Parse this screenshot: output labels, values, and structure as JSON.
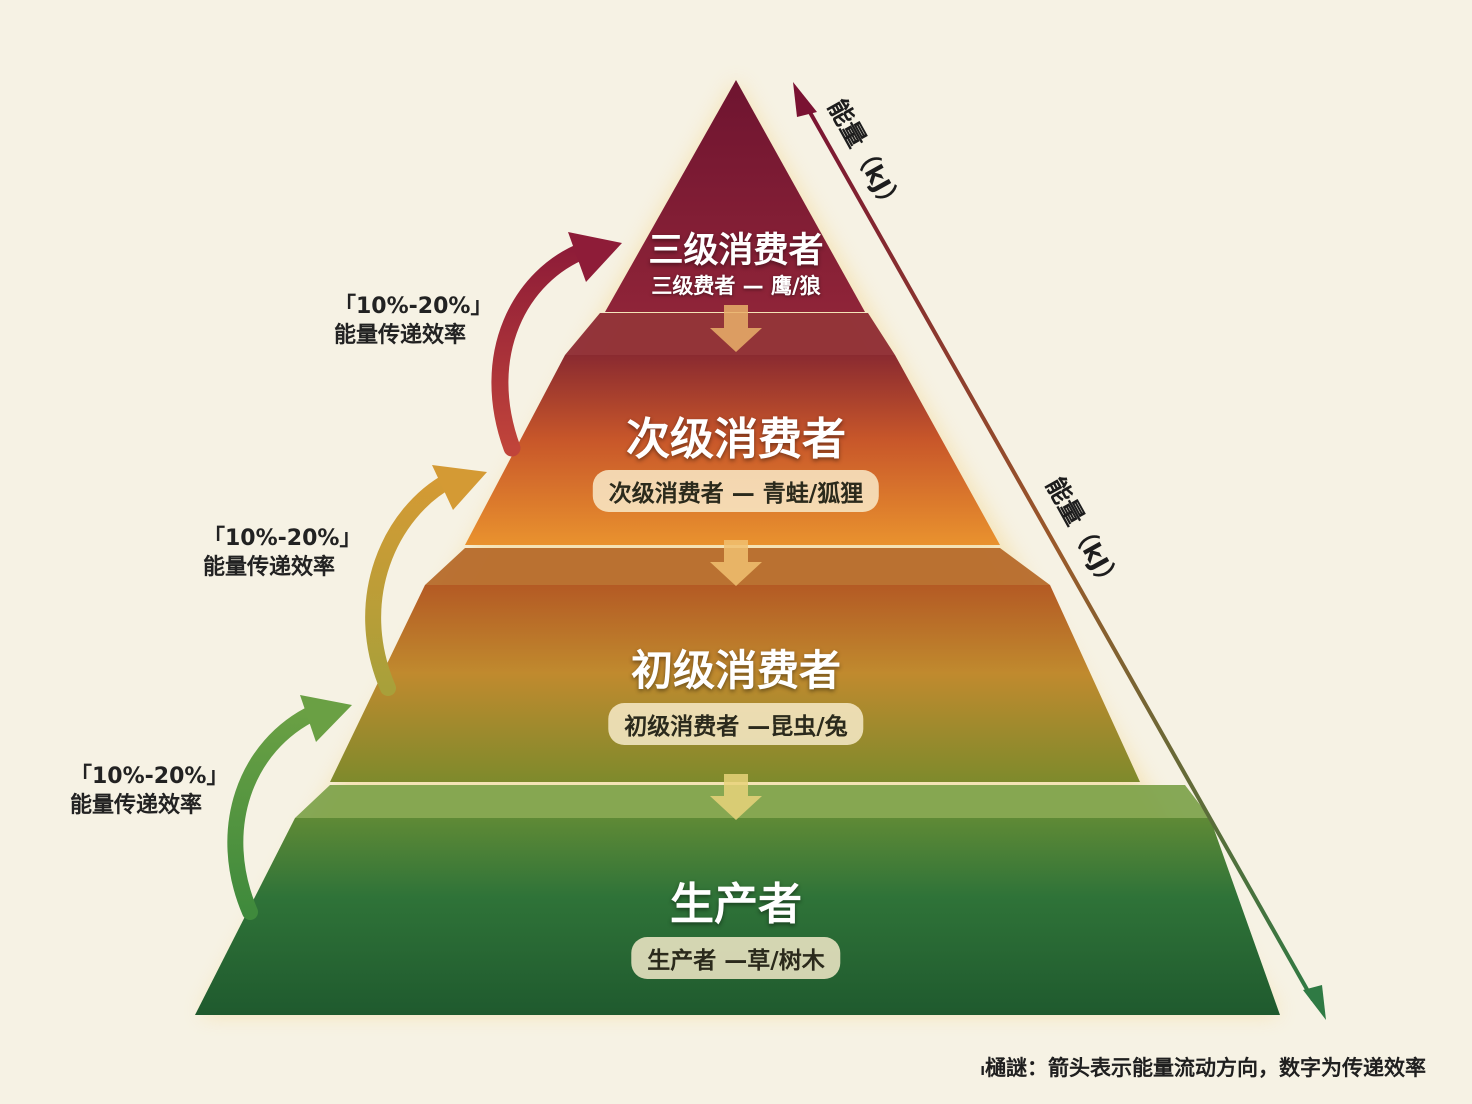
{
  "tiers": [
    {
      "title": "三级消费者",
      "subtitle": "三级费者 — 鹰/狼",
      "color": "#8b1e3a"
    },
    {
      "title": "次级消费者",
      "subtitle": "次级消费者 — 青蛙/狐狸",
      "color": "#d6642a"
    },
    {
      "title": "初级消费者",
      "subtitle": "初级消费者 —昆虫/兔",
      "color": "#a89a2c"
    },
    {
      "title": "生产者",
      "subtitle": "生产者 —草/树木",
      "color": "#2c7a3e"
    }
  ],
  "efficiency_notes": [
    {
      "rate": "「10%-20%」",
      "text": "能量传递效率"
    },
    {
      "rate": "「10%-20%」",
      "text": "能量传递效率"
    },
    {
      "rate": "「10%-20%」",
      "text": "能量传递效率"
    }
  ],
  "energy_axis": {
    "label_top": "能量（kJ）",
    "label_mid": "能量（kJ）"
  },
  "footnote": "ₗ樋謎：箭头表示能量流动方向，数字为传递效率"
}
